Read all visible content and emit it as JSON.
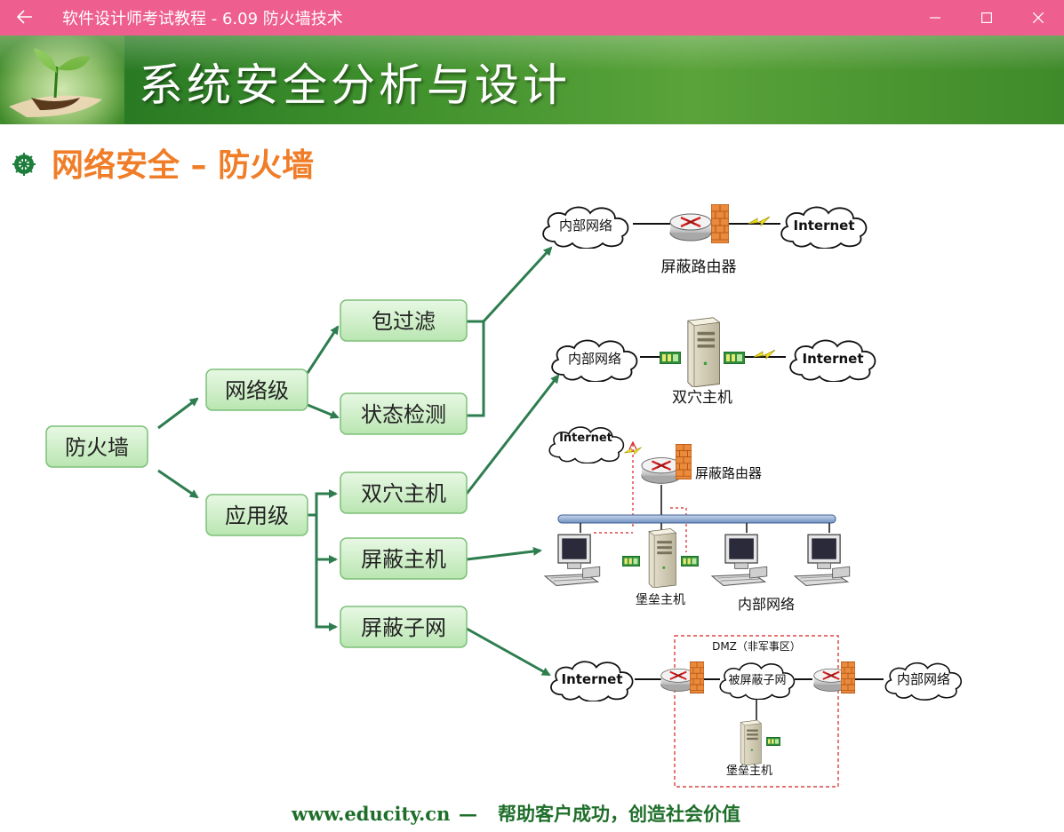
{
  "window": {
    "title": "软件设计师考试教程 - 6.09  防火墙技术",
    "back_icon": "arrow-left-icon",
    "minimize_icon": "minimize-icon",
    "maximize_icon": "maximize-icon",
    "close_icon": "close-icon",
    "titlebar_color": "#ee5e8e"
  },
  "slide": {
    "header_title": "系统安全分析与设计",
    "section_title": "网络安全 – 防火墙",
    "section_color": "#f07d28",
    "footer_url": "www.educity.cn",
    "footer_dash": "—",
    "footer_slogan": "帮助客户成功，创造社会价值",
    "footer_color": "#1e6e2a"
  },
  "tree": {
    "root": "防火墙",
    "level1": [
      "网络级",
      "应用级"
    ],
    "network_children": [
      "包过滤",
      "状态检测"
    ],
    "application_children": [
      "双穴主机",
      "屏蔽主机",
      "屏蔽子网"
    ]
  },
  "diagrams": {
    "d1": {
      "inner": "内部网络",
      "internet": "Internet",
      "device": "屏蔽路由器"
    },
    "d2": {
      "inner": "内部网络",
      "internet": "Internet",
      "device": "双穴主机"
    },
    "d3": {
      "internet": "Internet",
      "router": "屏蔽路由器",
      "bastion": "堡垒主机",
      "inner": "内部网络"
    },
    "d4": {
      "internet": "Internet",
      "dmz": "DMZ（非军事区）",
      "subnet": "被屏蔽子网",
      "bastion": "堡垒主机",
      "inner": "内部网络"
    }
  }
}
